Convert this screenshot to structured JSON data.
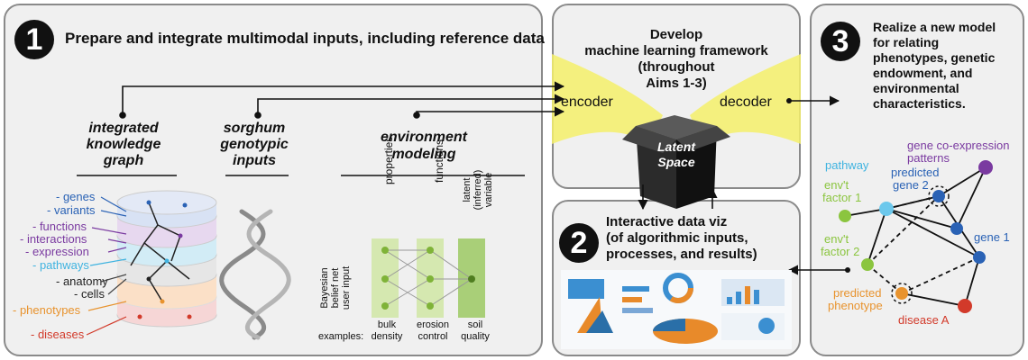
{
  "panel1": {
    "badge": "1",
    "title": "Prepare and integrate multimodal inputs, including reference data",
    "columns": [
      {
        "title": [
          "integrated",
          "knowledge",
          "graph"
        ]
      },
      {
        "title": [
          "sorghum",
          "genotypic",
          "inputs"
        ]
      },
      {
        "title": [
          "environment",
          "modeling"
        ]
      }
    ],
    "kg_labels": [
      {
        "text": "- genes",
        "color": "#2a62b5"
      },
      {
        "text": "- variants",
        "color": "#2a62b5"
      },
      {
        "text": "- functions",
        "color": "#7a3aa0"
      },
      {
        "text": "- interactions",
        "color": "#7a3aa0"
      },
      {
        "text": "- expression",
        "color": "#7a3aa0"
      },
      {
        "text": "- pathways",
        "color": "#3fb3e0"
      },
      {
        "text": "- anatomy",
        "color": "#222222"
      },
      {
        "text": "- cells",
        "color": "#222222"
      },
      {
        "text": "- phenotypes",
        "color": "#e8932e"
      },
      {
        "text": "- diseases",
        "color": "#d23a2a"
      }
    ],
    "env": {
      "col_headers": [
        "properties",
        "functions",
        "latent",
        "(inferred)",
        "variable"
      ],
      "side_label": [
        "Bayesian",
        "belief net",
        "user input"
      ],
      "examples_label": "examples:",
      "examples": [
        [
          "bulk",
          "density"
        ],
        [
          "erosion",
          "control"
        ],
        [
          "soil",
          "quality"
        ]
      ]
    }
  },
  "panel_top": {
    "title": [
      "Develop",
      "machine learning framework",
      "(throughout",
      "Aims 1-3)"
    ],
    "encoder": "encoder",
    "decoder": "decoder",
    "latent": [
      "Latent",
      "Space"
    ]
  },
  "panel2": {
    "badge": "2",
    "title": [
      "Interactive data viz",
      "(of algorithmic inputs,",
      "processes, and results)"
    ]
  },
  "panel3": {
    "badge": "3",
    "title": [
      "Realize a new model",
      "for relating",
      "phenotypes, genetic",
      "endowment, and",
      "environmental",
      "characteristics."
    ],
    "nodes": {
      "pathway": "pathway",
      "gene_coexp": [
        "gene co-expression",
        "patterns"
      ],
      "predicted_gene": [
        "predicted",
        "gene 2"
      ],
      "env_factor1": [
        "env't",
        "factor 1"
      ],
      "env_factor2": [
        "env't",
        "factor 2"
      ],
      "gene1": "gene 1",
      "predicted_pheno": [
        "predicted",
        "phenotype"
      ],
      "disease": "disease A"
    }
  },
  "colors": {
    "panel_bg": "#f0f0f0",
    "yellow": "#f5f06a",
    "green_light": "#d5e8b0",
    "green_dot": "#7fb338",
    "purple": "#7a3aa0",
    "blue": "#2a62b5",
    "lightblue": "#3fb3e0",
    "orange": "#e8932e",
    "red": "#d23a2a"
  }
}
